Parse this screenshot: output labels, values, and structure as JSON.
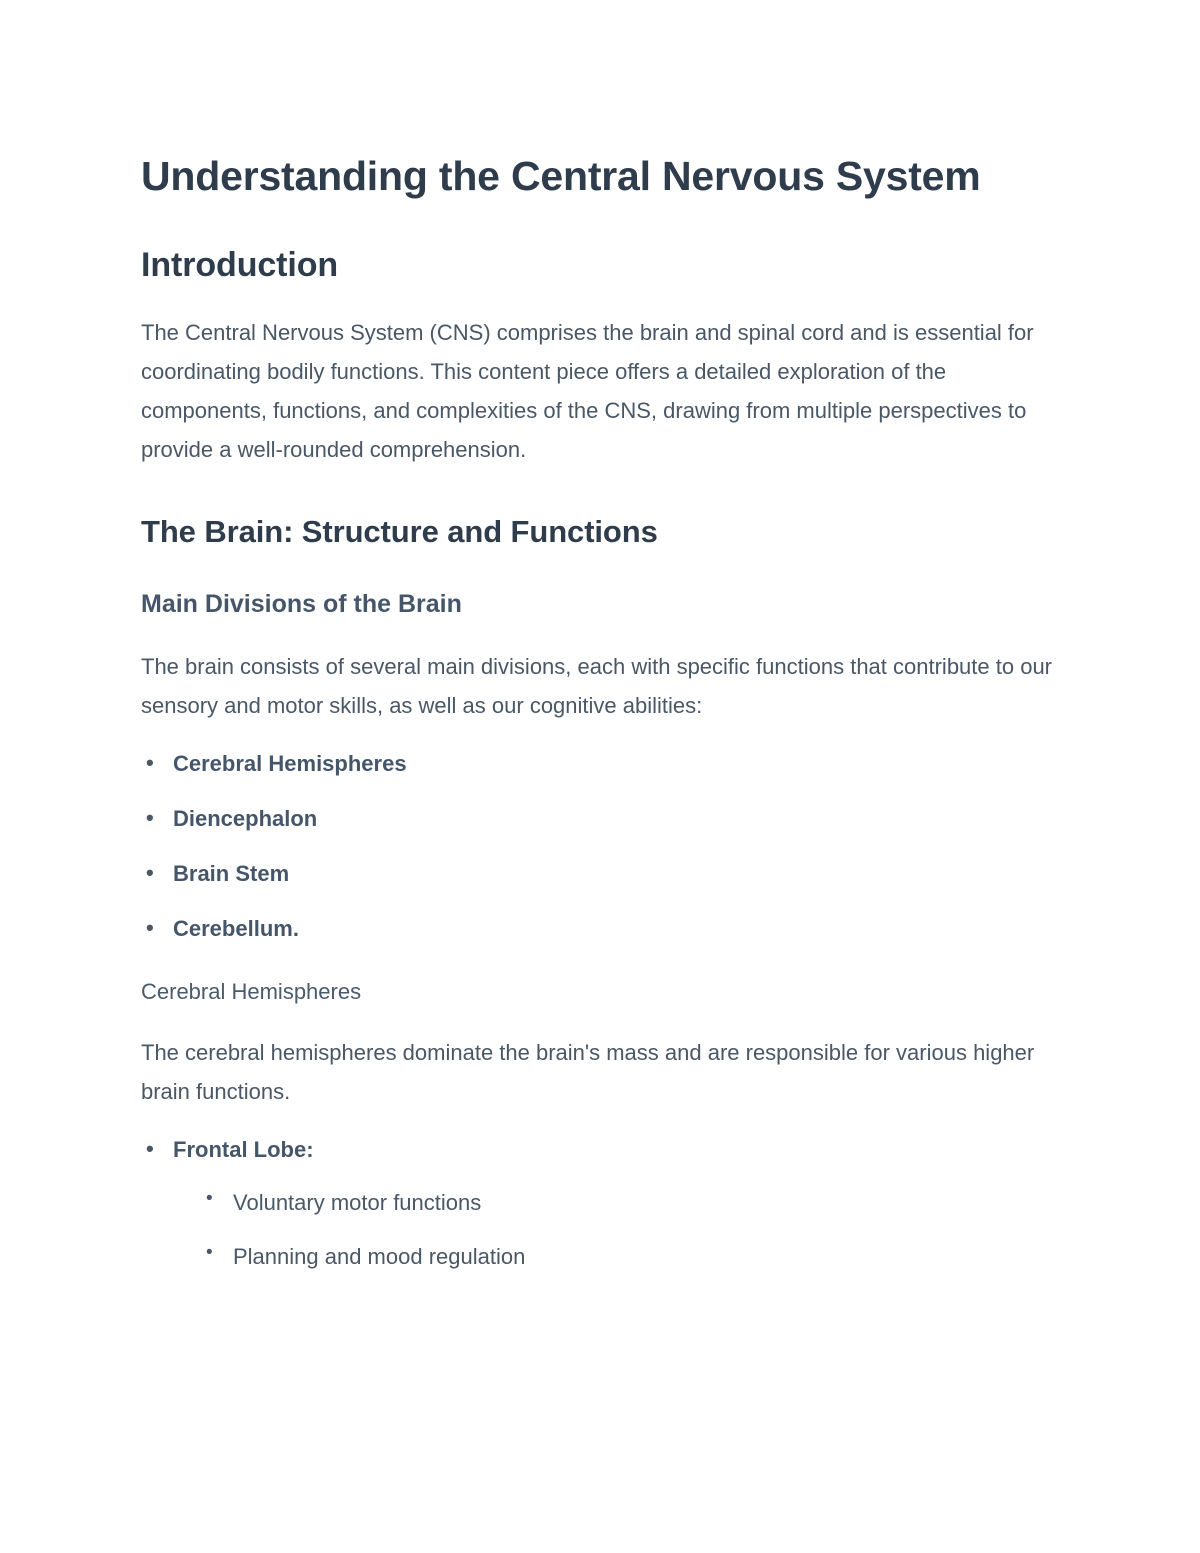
{
  "colors": {
    "page_background": "#ffffff",
    "heading_text": "#2f3c4c",
    "subheading_text": "#46566a",
    "body_text": "#4a5767"
  },
  "document": {
    "title": "Understanding the Central Nervous System",
    "sections": [
      {
        "heading": "Introduction",
        "paragraph": "The Central Nervous System (CNS) comprises the brain and spinal cord and is essential for coordinating bodily functions. This content piece offers a detailed exploration of the components, functions, and complexities of the CNS, drawing from multiple perspectives to provide a well-rounded comprehension."
      },
      {
        "heading": "The Brain: Structure and Functions",
        "subheading": "Main Divisions of the Brain",
        "paragraph": "The brain consists of several main divisions, each with specific functions that contribute to our sensory and motor skills, as well as our cognitive abilities:",
        "divisions": [
          "Cerebral Hemispheres",
          "Diencephalon",
          "Brain Stem",
          "Cerebellum."
        ],
        "subsection": {
          "heading": "Cerebral Hemispheres",
          "paragraph": "The cerebral hemispheres dominate the brain's mass and are responsible for various higher brain functions.",
          "lobes": [
            {
              "label": "Frontal Lobe:",
              "items": [
                "Voluntary motor functions",
                "Planning and mood regulation"
              ]
            }
          ]
        }
      }
    ]
  }
}
